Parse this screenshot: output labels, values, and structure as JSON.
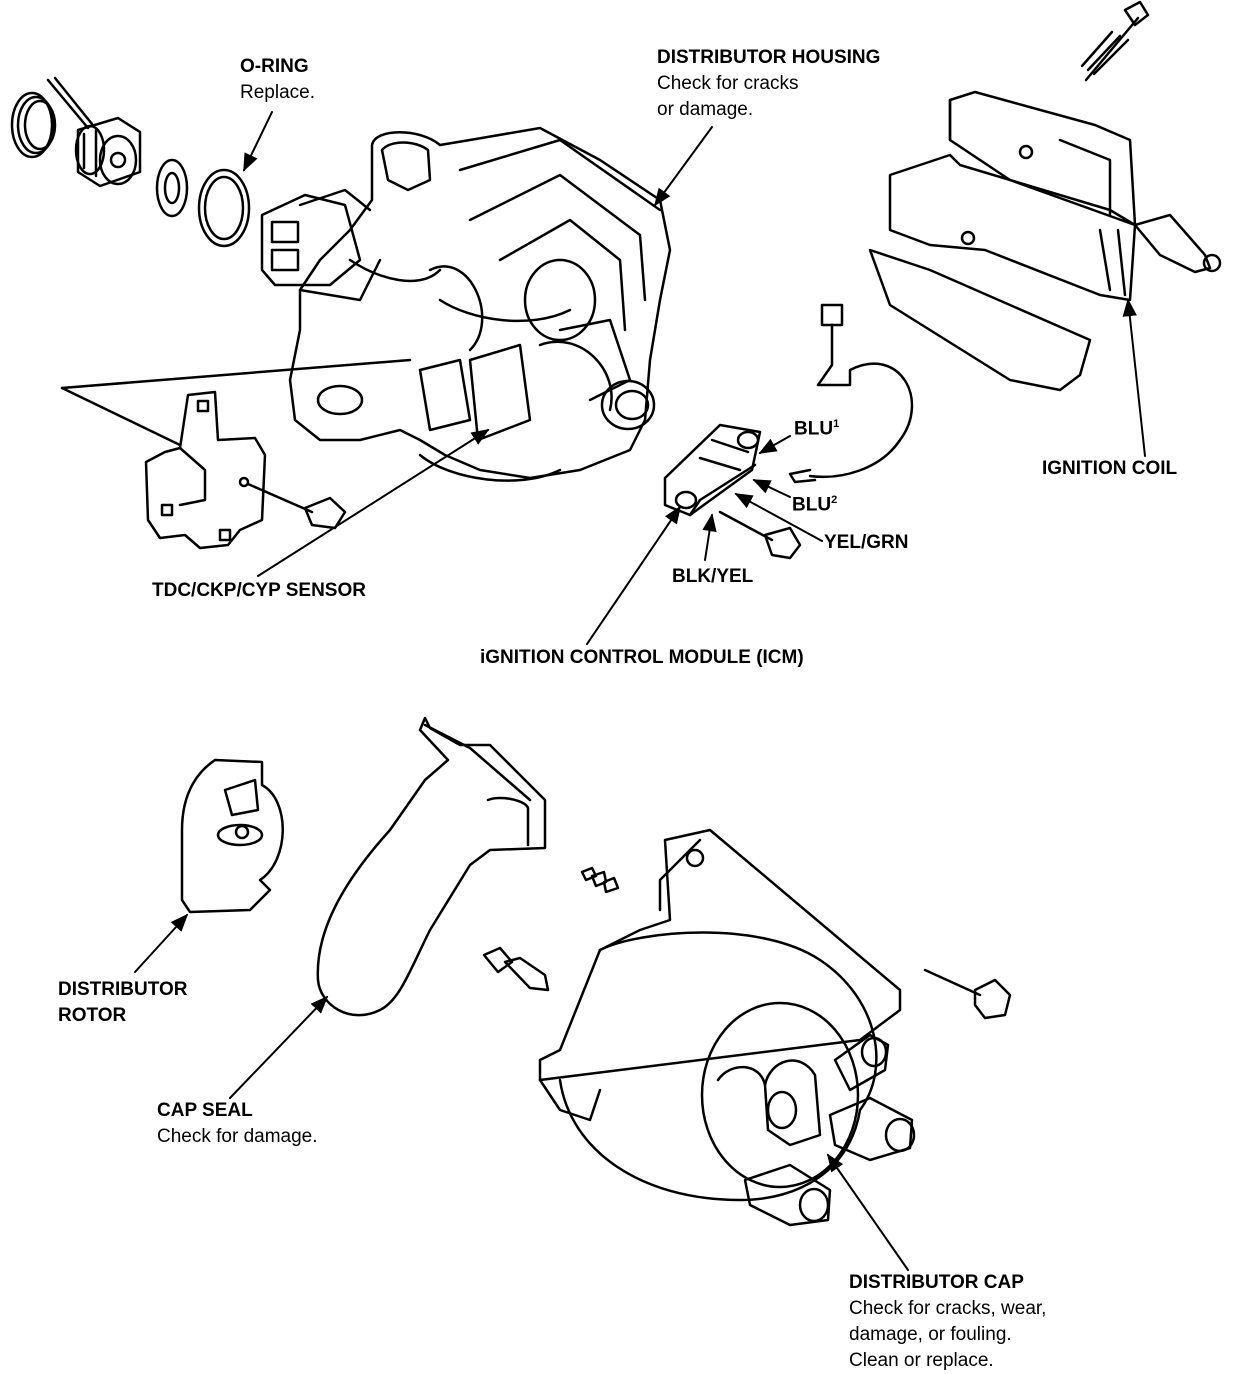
{
  "labels": {
    "o_ring": {
      "title": "O-RING",
      "note": "Replace."
    },
    "distributor_housing": {
      "title": "DISTRIBUTOR HOUSING",
      "note1": "Check for cracks",
      "note2": "or damage."
    },
    "ignition_coil": {
      "title": "IGNITION COIL"
    },
    "tdc_sensor": {
      "title": "TDC/CKP/CYP SENSOR"
    },
    "icm": {
      "title": "iGNITION CONTROL MODULE (ICM)"
    },
    "wires": {
      "blu1": "BLU",
      "blu1_sup": "1",
      "blu2": "BLU",
      "blu2_sup": "2",
      "yel_grn": "YEL/GRN",
      "blk_yel": "BLK/YEL"
    },
    "distributor_rotor": {
      "title1": "DISTRIBUTOR",
      "title2": "ROTOR"
    },
    "cap_seal": {
      "title": "CAP SEAL",
      "note": "Check for damage."
    },
    "distributor_cap": {
      "title": "DISTRIBUTOR CAP",
      "note1": "Check for cracks, wear,",
      "note2": "damage, or fouling.",
      "note3": "Clean or replace."
    }
  }
}
